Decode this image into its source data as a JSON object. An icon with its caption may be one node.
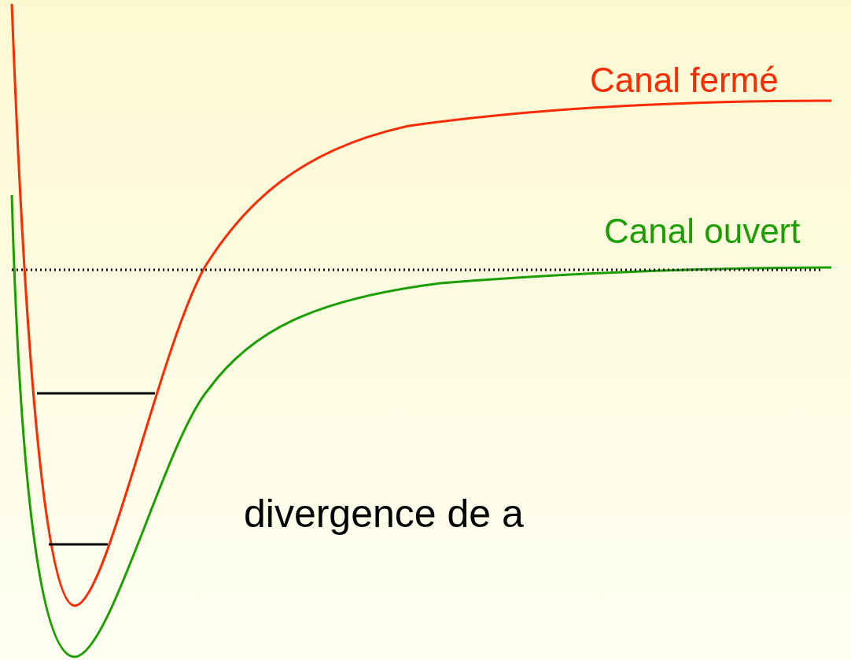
{
  "diagram": {
    "labels": [
      "Canal fermé",
      "Canal ouvert",
      "divergence de a"
    ]
  }
}
